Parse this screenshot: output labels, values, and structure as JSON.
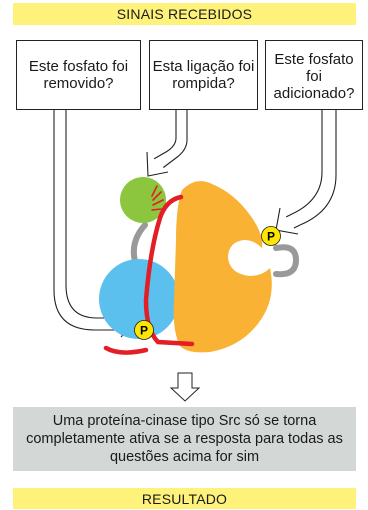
{
  "header": {
    "label": "SINAIS RECEBIDOS"
  },
  "questions": [
    {
      "text": "Este fosfato foi removido?"
    },
    {
      "text": "Esta ligação foi rompida?"
    },
    {
      "text": "Este fosfato foi adicionado?"
    }
  ],
  "phosphate_label": "P",
  "result_text": "Uma proteína-cinase tipo Src só se torna completamente ativa se a resposta para todas as questões acima for sim",
  "footer": {
    "label": "RESULTADO"
  },
  "colors": {
    "banner": "#fff27a",
    "kinase_domain": "#f9b233",
    "sh3_domain": "#8cc63f",
    "sh2_domain": "#5bc0ee",
    "linker_chain": "#e31e24",
    "phosphate": "#ffe600",
    "result_box": "#d3d7d6"
  }
}
